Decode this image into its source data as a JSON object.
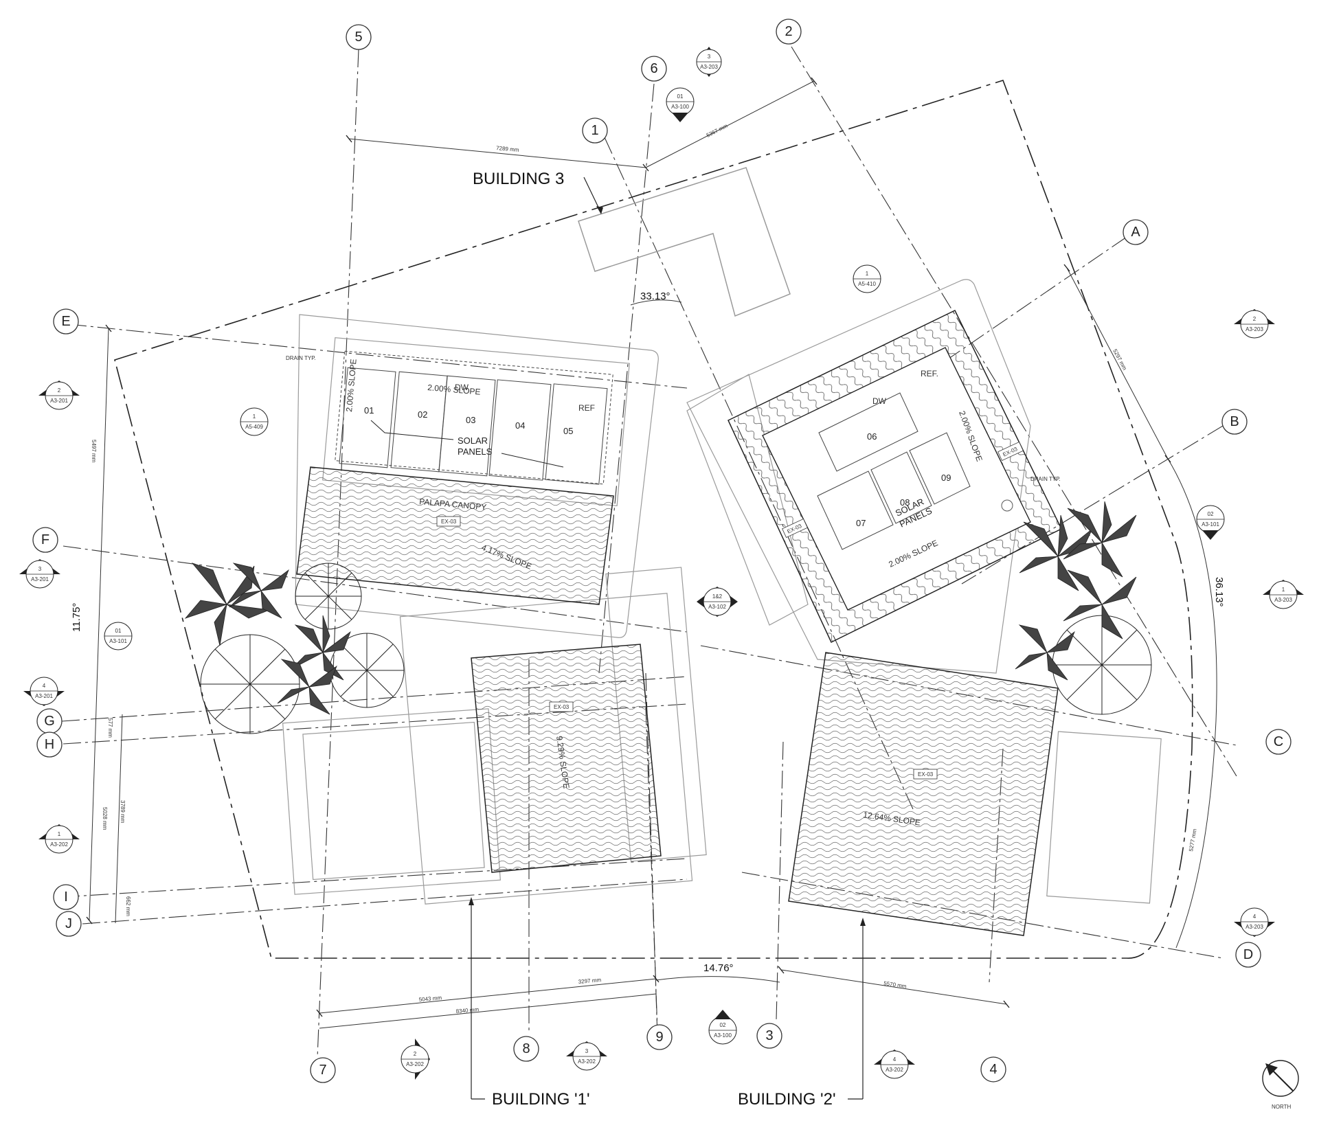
{
  "colors": {
    "line": "#222222",
    "light": "#9a9a9a",
    "hatch": "#6b6b6b",
    "paper": "#ffffff"
  },
  "buildings": {
    "b3": "BUILDING 3",
    "b1": "BUILDING '1'",
    "b2": "BUILDING '2'"
  },
  "grid_labels": {
    "n5": "5",
    "n6": "6",
    "n1": "1",
    "n2": "2",
    "n7": "7",
    "n8": "8",
    "n9": "9",
    "n3": "3",
    "n4": "4",
    "A": "A",
    "B": "B",
    "C": "C",
    "D": "D",
    "E": "E",
    "F": "F",
    "G": "G",
    "H": "H",
    "I": "I",
    "J": "J"
  },
  "dimensions": {
    "d7289": "7289 mm",
    "d5367": "5367 mm",
    "d5297": "5297 mm",
    "d5497": "5497 mm",
    "d577": "577 mm",
    "d3789": "3789 mm",
    "d5028": "5028 mm",
    "d662": "662 mm",
    "d5043": "5043 mm",
    "d8340": "8340 mm",
    "d3297": "3297 mm",
    "d5570": "5570 mm",
    "d5277": "5277 mm"
  },
  "angles": {
    "a1": "33.13°",
    "a2": "11.75°",
    "a3": "36.13°",
    "a4": "14.76°"
  },
  "section_tags": {
    "t1": {
      "num": "3",
      "sheet": "A3-203"
    },
    "t2": {
      "num": "01",
      "sheet": "A3-100"
    },
    "t3": {
      "num": "2",
      "sheet": "A3-201"
    },
    "t4": {
      "num": "1",
      "sheet": "A5-409"
    },
    "t5": {
      "num": "3",
      "sheet": "A3-201"
    },
    "t6": {
      "num": "01",
      "sheet": "A3-101"
    },
    "t7": {
      "num": "4",
      "sheet": "A3-201"
    },
    "t8": {
      "num": "1",
      "sheet": "A3-202"
    },
    "t9": {
      "num": "1",
      "sheet": "A5-410"
    },
    "t10": {
      "num": "2",
      "sheet": "A3-203"
    },
    "t11": {
      "num": "02",
      "sheet": "A3-101"
    },
    "t12": {
      "num": "1",
      "sheet": "A3-203"
    },
    "t13": {
      "num": "1&2",
      "sheet": "A3-102"
    },
    "t14": {
      "num": "4",
      "sheet": "A3-203"
    },
    "t15": {
      "num": "2",
      "sheet": "A3-202"
    },
    "t16": {
      "num": "3",
      "sheet": "A3-202"
    },
    "t17": {
      "num": "02",
      "sheet": "A3-100"
    },
    "t18": {
      "num": "4",
      "sheet": "A3-202"
    }
  },
  "b1_roof": {
    "drain": "DRAIN TYP.",
    "slope_top": "2.00% SLOPE",
    "slope_side": "2.00% SLOPE",
    "dw": "DW",
    "ref": "REF",
    "panels": [
      "01",
      "02",
      "03",
      "04",
      "05"
    ],
    "solar_1": "SOLAR",
    "solar_2": "PANELS",
    "palapa": "PALAPA CANOPY",
    "ex": "EX-03",
    "canopy_slope": "4.17% SLOPE",
    "lower_ex": "EX-03",
    "lower_slope": "9.29% SLOPE"
  },
  "b2_roof": {
    "dw": "DW",
    "ref": "REF.",
    "panels": [
      "06",
      "07",
      "08",
      "09"
    ],
    "solar_1": "SOLAR",
    "solar_2": "PANELS",
    "slope_right": "2.00% SLOPE",
    "slope_bottom": "2.00% SLOPE",
    "drain": "DRAIN TYP.",
    "ex_left": "EX-03",
    "ex_right": "EX-03",
    "lower_ex": "EX-03",
    "lower_slope": "12.64% SLOPE"
  },
  "north": "NORTH"
}
